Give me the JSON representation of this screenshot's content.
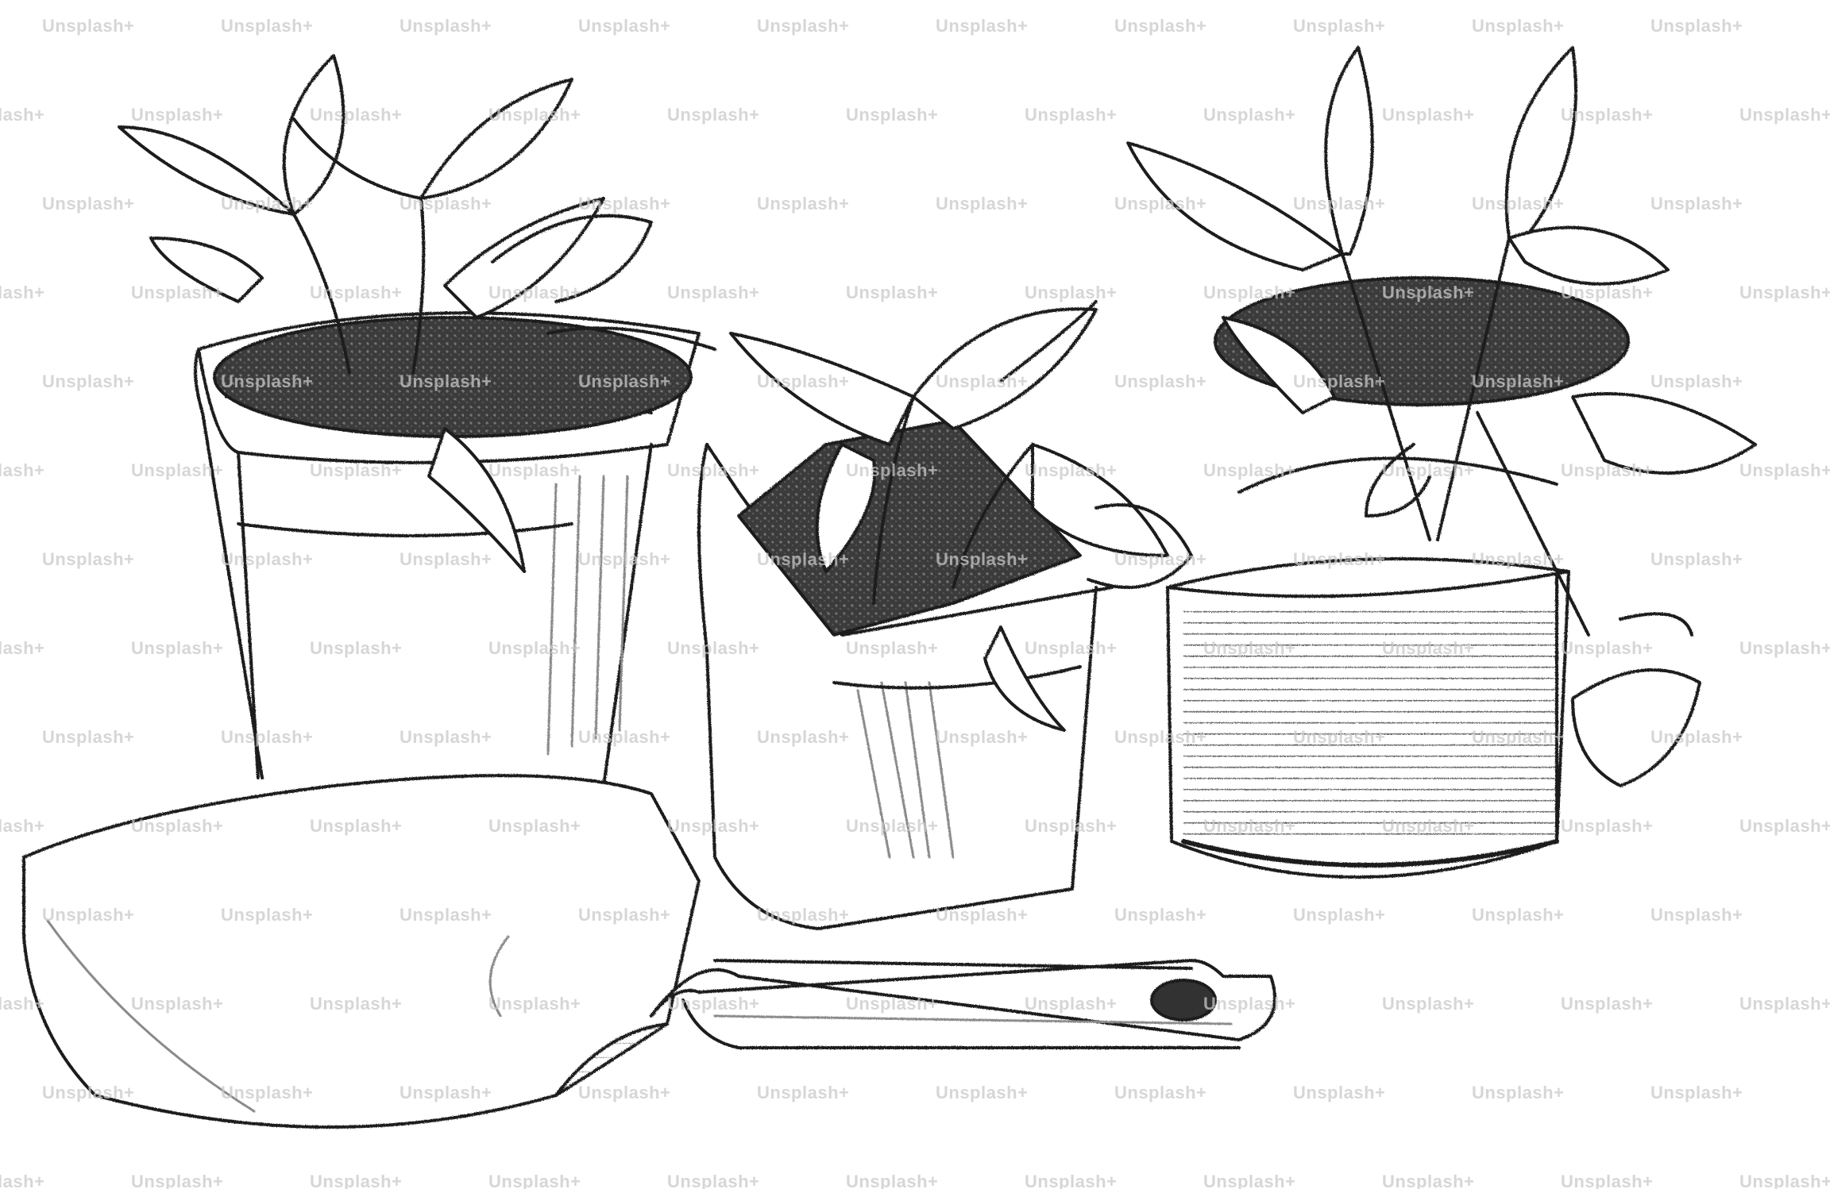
{
  "watermark": {
    "text": "Unsplash+"
  },
  "illustration": {
    "objects": [
      "potted-seedling-left",
      "potted-seedling-middle",
      "potted-seedling-right",
      "garden-trowel"
    ]
  },
  "colors": {
    "background": "#ffffff",
    "ink": "#1c1c1c",
    "shade_dark": "#2e2e2e",
    "shade_mid": "#7a7a7a",
    "shade_light": "#bdbdbd",
    "watermark": "#c9c9c9"
  }
}
